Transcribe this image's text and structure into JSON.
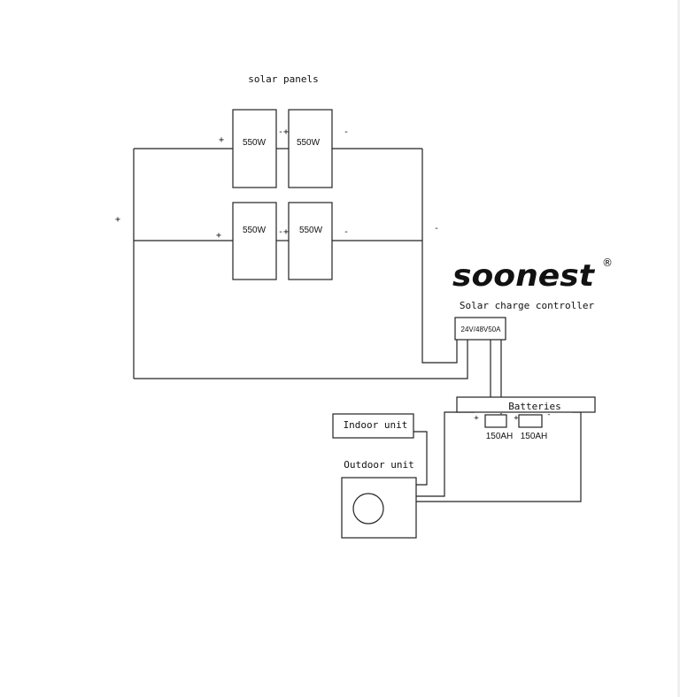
{
  "title": "solar panels",
  "panels": {
    "row1": [
      "550W",
      "550W"
    ],
    "row2": [
      "550W",
      "550W"
    ]
  },
  "polarity": {
    "plus": "+",
    "minus": "-",
    "mid": "-+"
  },
  "brand": {
    "name": "soonest",
    "mark": "®",
    "color": "#5a5a5a"
  },
  "controller": {
    "title": "Solar charge controller",
    "rating": "24V/48V50A"
  },
  "batteries": {
    "title": "Batteries",
    "units": [
      "150AH",
      "150AH"
    ]
  },
  "indoor_unit": "Indoor unit",
  "outdoor_unit": "Outdoor unit"
}
